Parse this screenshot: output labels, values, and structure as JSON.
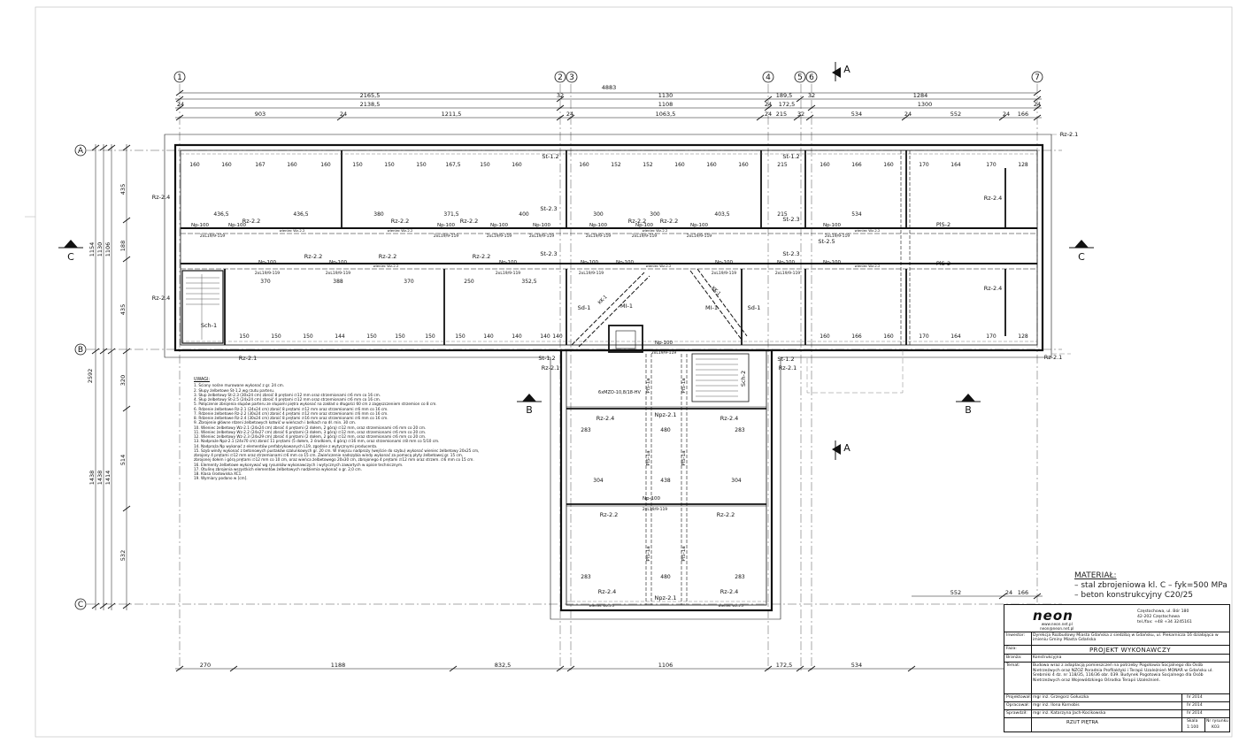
{
  "grid_axes": [
    "1",
    "2",
    "3",
    "4",
    "5",
    "6",
    "7"
  ],
  "row_axes": [
    "A",
    "B",
    "C"
  ],
  "section_marks": {
    "a": "A",
    "b": "B",
    "c": "C"
  },
  "dims": {
    "total": "4883",
    "row1": [
      "2165,5",
      "1130",
      "189,5",
      "1284"
    ],
    "row2": [
      "2138,5",
      "1108",
      "172,5",
      "1300"
    ],
    "row3": [
      "903",
      "1211,5",
      "1063,5",
      "215",
      "534",
      "552",
      "166"
    ],
    "row3_small": [
      "24",
      "32",
      "24",
      "24",
      "32",
      "24",
      "32",
      "24",
      "24",
      "24",
      "24"
    ],
    "bottom": [
      "270",
      "1188",
      "832,5",
      "1106",
      "172,5",
      "534"
    ],
    "left": [
      "1154",
      "1130",
      "1106",
      "435",
      "188",
      "435",
      "2592",
      "320",
      "514",
      "1438",
      "1438",
      "1414",
      "532"
    ],
    "bottom_right": [
      "552",
      "24",
      "166"
    ]
  },
  "room_dims": {
    "top_row": [
      "160",
      "160",
      "167",
      "160",
      "160",
      "150",
      "150",
      "150",
      "167,5",
      "150",
      "160",
      "160",
      "152",
      "152",
      "160",
      "160",
      "160",
      "215",
      "160",
      "166",
      "160",
      "170",
      "164",
      "170",
      "128"
    ],
    "mid_row": [
      "436,5",
      "436,5",
      "380",
      "371,5",
      "400",
      "300",
      "300",
      "403,5",
      "215",
      "534"
    ],
    "lower_row": [
      "370",
      "388",
      "370",
      "250",
      "352,5"
    ],
    "bottom_row": [
      "150",
      "150",
      "150",
      "144",
      "150",
      "150",
      "150",
      "150",
      "140",
      "140",
      "140",
      "140",
      "160",
      "166",
      "160",
      "170",
      "164",
      "170",
      "128"
    ],
    "stair_block": [
      "283",
      "283",
      "480",
      "304",
      "438",
      "304",
      "283",
      "480",
      "283"
    ]
  },
  "element_labels": {
    "rz22": "Rz-2.2",
    "rz24": "Rz-2.4",
    "rz21": "Rz-2.1",
    "st12": "St-1.2",
    "st23": "St-2.3",
    "st25": "St-2.5",
    "np100": "Np-100",
    "npz21": "Npz-2.1",
    "pis2": "PlS-2",
    "pis1": "PlS-1a",
    "sd1": "Sd-1",
    "mi1": "MI-1",
    "kk1": "KK-1",
    "sch1": "Sch-1",
    "sch2": "Sch-2",
    "rebar": "2xL19/9-119",
    "lift": "6xMZO-10,8/18-HV",
    "wieniec": "wieniec Wz-2.2"
  },
  "notes": {
    "title": "UWAGI:",
    "items": [
      "1. Ściany nośne murowane wykonać z gr. 24 cm.",
      "2. Słupy żelbetowe St-1.2 wg rzutu parteru.",
      "3. Słup żelbetowy St-2.3 (30x24 cm) zbroić 8 prętami ∅12 mm oraz strzemionami ∅6 mm co 16 cm.",
      "4. Słup żelbetowy St-2.5 (24x24 cm) zbroić 4 prętami ∅12 mm oraz strzemionami ∅6 mm co 16 cm.",
      "5. Połączenie zbrojenia słupów parteru ze słupami piętra wykonać na zakład o długości 60 cm z zagęszczeniem strzemion co 8 cm.",
      "6. Rdzenie żelbetowe Rz-2.1 (24x24 cm) zbroić 8 prętami ∅12 mm oraz strzemionami ∅6 mm co 16 cm.",
      "7. Rdzenie żelbetowe Rz-2.2 (30x24 cm) zbroić 4 prętami ∅12 mm oraz strzemionami ∅6 mm co 16 cm.",
      "8. Rdzenie żelbetowe Rz-2.4 (30x24 cm) zbroić 8 prętami ∅16 mm oraz strzemionami ∅6 mm co 16 cm.",
      "9. Zbrojenie główne rdzeni żelbetowych kotwić w wieńcach i belkach na dł. min. 30 cm.",
      "10. Wieniec żelbetowy Wz-2.1 (24x24 cm) zbroić 4 prętami (2 dołem, 2 górą) ∅12 mm, oraz strzemionami ∅6 mm co 20 cm.",
      "11. Wieniec żelbetowy Wz-2.2 (24x27 cm) zbroić 6 prętami (3 dołem, 3 górą) ∅12 mm, oraz strzemionami ∅6 mm co 20 cm.",
      "12. Wieniec żelbetowy Wz-2.3 (24x29 cm) zbroić 4 prętami (2 dołem, 2 górą) ∅12 mm, oraz strzemionami ∅6 mm co 20 cm.",
      "13. Nadproże Npz-2.1 (24x70 cm) zbroić 11 prętami (5 dołem, 2 środkiem, 4 górą) ∅16 mm, oraz strzemionami ∅8 mm co 5/10 cm.",
      "14. Nadproża Np wykonać z elementów prefabrykowanych L19, zgodnie z wytycznymi producenta.",
      "15. Szyb windy wykonać z betonowych pustaków szalunkowych gr. 20 cm. W miejscu nadproży (wejście do szybu) wykonać wieniec żelbetowy 20x25 cm,",
      "     zbrojony 4 prętami ∅12 mm oraz strzemionami ∅6 mm co 15 cm. Zwieńczenie nadszybia windy wykonać za pomocą płyty żelbetowej gr. 15 cm,",
      "     zbrojonej dołem i górą prętami ∅12 mm co 10 cm, oraz wieńca żelbetowego 20x30 cm, zbrojonego 4 prętami ∅12 mm oraz strzem. ∅6 mm co 15 cm.",
      "16. Elementy żelbetowe wykonywać wg rysunków wykonawczych i wytycznych zawartych w opisie technicznym.",
      "17. Otulinę zbrojenia wszystkich elementów żelbetowych nadziemia wykonać o gr. 2,0 cm.",
      "18. Klasa środowiska XC1.",
      "19. Wymiary podano w [cm]."
    ]
  },
  "material": {
    "title": "MATERIAŁ:",
    "line1": "– stal zbrojeniowa kl. C – fyk=500 MPa",
    "line2": "– beton konstrukcyjny C20/25"
  },
  "title_block": {
    "logo": "neon",
    "web1": "www.neon.net.pl",
    "web2": "neon@neon.net.pl",
    "addr1": "Częstochowa, ul. Bór 180",
    "addr2": "42-202 Częstochowa",
    "addr3": "tel./fax: +48 +34 3245161",
    "inwestor_label": "Inwestor:",
    "inwestor": "Dyrekcja Rozbudowy Miasta Gdańska z siedzibą w Gdańsku, ul. Piekarnicza 16 działająca w imieniu Gminy Miasta Gdańska",
    "faza_label": "Faza:",
    "faza": "PROJEKT WYKONAWCZY",
    "branza_label": "Branża:",
    "branza": "Konstrukcyjna",
    "temat_label": "Temat:",
    "temat": "Budowa wraz z adaptacją pomieszczeń na potrzeby Pogotowia Socjalnego dla Osób Nietrzeźwych oraz NZOZ Poradnia Profilaktyki i Terapii Uzależnień MONAR w Gdańsku ul. Srebrniki 4 dz. nr 118/35, 116/36 obr. 039. Budynek Pogotowia Socjalnego dla Osób Nietrzeźwych oraz Wojewódzkiego Ośrodka Terapii Uzależnień.",
    "projektowal_label": "Projektował:",
    "projektowal": "mgr inż. Grzegorz Gołuszka",
    "opracowal_label": "Opracował:",
    "opracowal": "mgr inż. Ilona Kornobis",
    "sprawdzil_label": "Sprawdził:",
    "sprawdzil": "mgr inż. Katarzyna Jach-Kocikowska",
    "date": "IV 2014",
    "drawing_title": "RZUT PIĘTRA",
    "scale_label": "Skala",
    "scale": "1:100",
    "sheet_label": "Nr rysunku",
    "sheet": "K03"
  }
}
